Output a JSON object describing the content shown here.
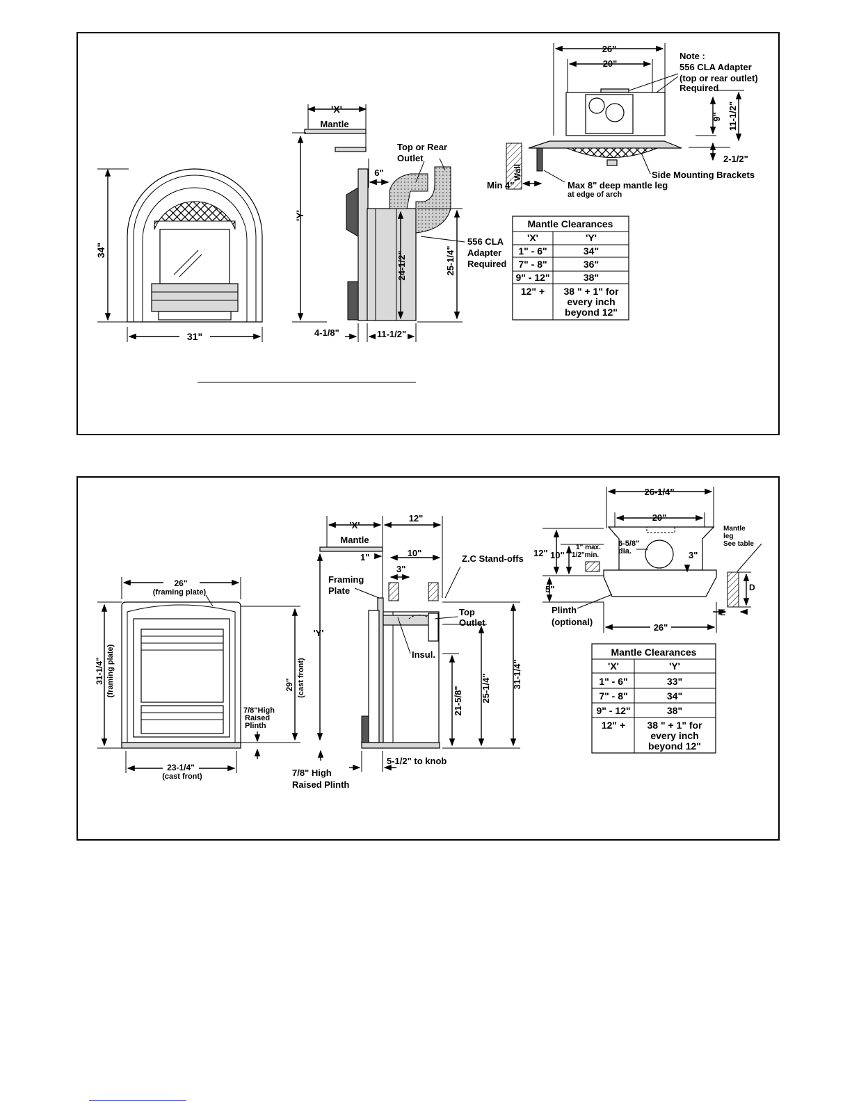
{
  "top": {
    "front_view": {
      "height": "34\"",
      "width": "31\""
    },
    "side_view": {
      "x_label": "'X'",
      "mantle": "Mantle",
      "y_label": "'Y'",
      "vent_offset": "6\"",
      "vent_label_1": "Top or Rear",
      "vent_label_2": "Outlet",
      "adapter_1": "556 CLA",
      "adapter_2": "Adapter",
      "adapter_3": "Required",
      "height_a": "24-1/2\"",
      "height_b": "25-1/4\"",
      "depth_front": "4-1/8\"",
      "depth_body": "11-1/2\""
    },
    "top_view": {
      "width_outer": "26\"",
      "width_inner": "20\"",
      "note_1": "Note :",
      "note_2": "556 CLA Adapter",
      "note_3": "(top or rear outlet)",
      "note_4": "Required",
      "depth_9": "9\"",
      "depth_11": "11-1/2\"",
      "depth_2": "2-1/2\"",
      "wall": "Wall",
      "min": "Min 4\"",
      "leg_1": "Max 8\" deep mantle leg",
      "leg_2": "at edge of arch",
      "brackets": "Side Mounting Brackets"
    },
    "clearances": {
      "title": "Mantle Clearances",
      "col_x": "'X'",
      "col_y": "'Y'",
      "rows": [
        {
          "x": "1\" - 6\"",
          "y": "34\""
        },
        {
          "x": "7\" - 8\"",
          "y": "36\""
        },
        {
          "x": "9\" - 12\"",
          "y": "38\""
        },
        {
          "x": "12\" +",
          "y1": "38 \" + 1\" for",
          "y2": "every inch",
          "y3": "beyond 12\""
        }
      ]
    }
  },
  "bottom": {
    "front_view": {
      "width_frame": "26\"",
      "width_frame_sub": "(framing plate)",
      "height_frame": "31-1/4\"",
      "height_frame_sub": "(framing plate)",
      "height_cast": "29\"",
      "height_cast_sub": "(cast front)",
      "plinth_1": "7/8\"High",
      "plinth_2": "Raised",
      "plinth_3": "Plinth",
      "width_cast": "23-1/4\"",
      "width_cast_sub": "(cast front)"
    },
    "side_view": {
      "x_label": "'X'",
      "depth_12": "12\"",
      "mantle": "Mantle",
      "one": "1\"",
      "ten": "10\"",
      "zc": "Z.C Stand-offs",
      "framing_1": "Framing",
      "framing_2": "Plate",
      "three": "3\"",
      "top_outlet_1": "Top",
      "top_outlet_2": "Outlet",
      "insul": "Insul.",
      "y_label": "'Y'",
      "h_21": "21-5/8\"",
      "h_25": "25-1/4\"",
      "h_31": "31-1/4\"",
      "plinth_1": "7/8\" High",
      "plinth_2": "Raised Plinth",
      "knob": "5-1/2\" to knob"
    },
    "top_view": {
      "width_outer": "26-1/4\"",
      "width_inner": "20\"",
      "leg_1": "Mantle",
      "leg_2": "leg",
      "leg_3": "See table",
      "h12": "12\"",
      "h10": "10\"",
      "h5": "5\"",
      "max_1": "1\" max.",
      "max_2": "1/2\"min.",
      "dia_1": "6-5/8\"",
      "dia_2": "dia.",
      "three": "3\"",
      "d": "D",
      "e": "E",
      "plinth_1": "Plinth",
      "plinth_2": "(optional)",
      "width_26": "26\""
    },
    "clearances": {
      "title": "Mantle Clearances",
      "col_x": "'X'",
      "col_y": "'Y'",
      "rows": [
        {
          "x": "1\" - 6\"",
          "y": "33\""
        },
        {
          "x": "7\" - 8\"",
          "y": "34\""
        },
        {
          "x": "9\" - 12\"",
          "y": "38\""
        },
        {
          "x": "12\" +",
          "y1": "38 \" + 1\" for",
          "y2": "every inch",
          "y3": "beyond 12\""
        }
      ]
    }
  }
}
